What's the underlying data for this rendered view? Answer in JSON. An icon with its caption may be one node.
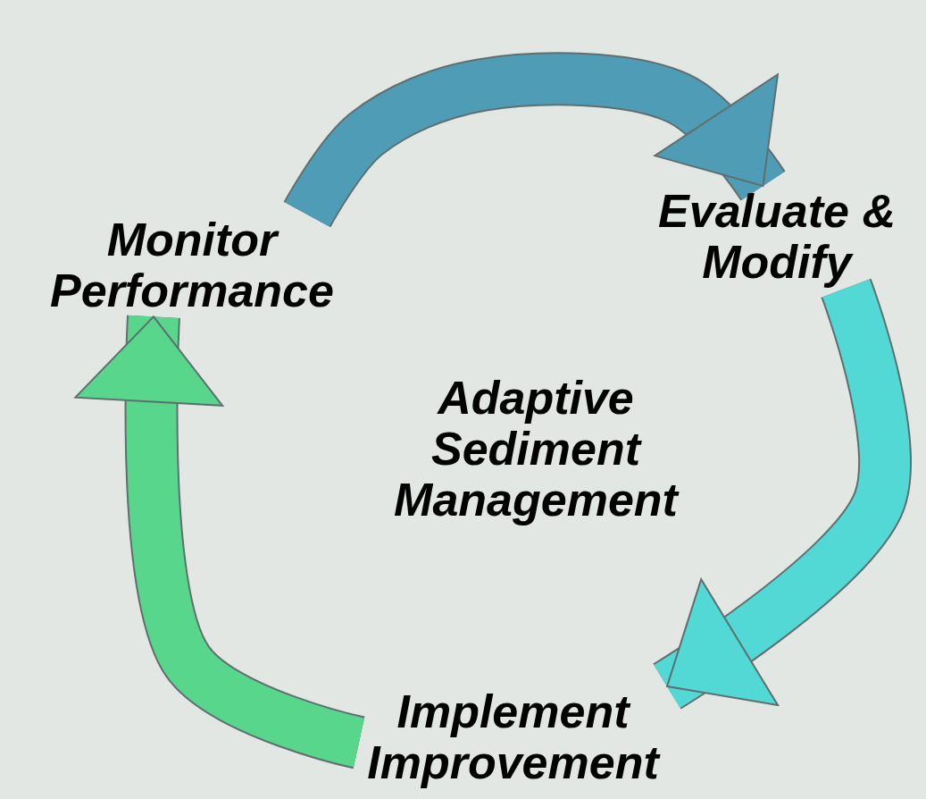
{
  "diagram": {
    "nodes": [
      {
        "text": [
          "Monitor Performance"
        ]
      },
      {
        "text": [
          "Evaluate & Modify"
        ]
      },
      {
        "text": [
          "Implement Improvement"
        ]
      }
    ],
    "edges": [
      {
        "from": 0,
        "to": 1,
        "arrow": "to",
        "color": "#4f9cb6"
      },
      {
        "from": 1,
        "to": 2,
        "arrow": "to",
        "color": "#52d9d6"
      },
      {
        "from": 2,
        "to": 0,
        "arrow": "to",
        "color": "#57d68c"
      }
    ],
    "labels": [
      "Adaptive Sediment Management"
    ]
  }
}
